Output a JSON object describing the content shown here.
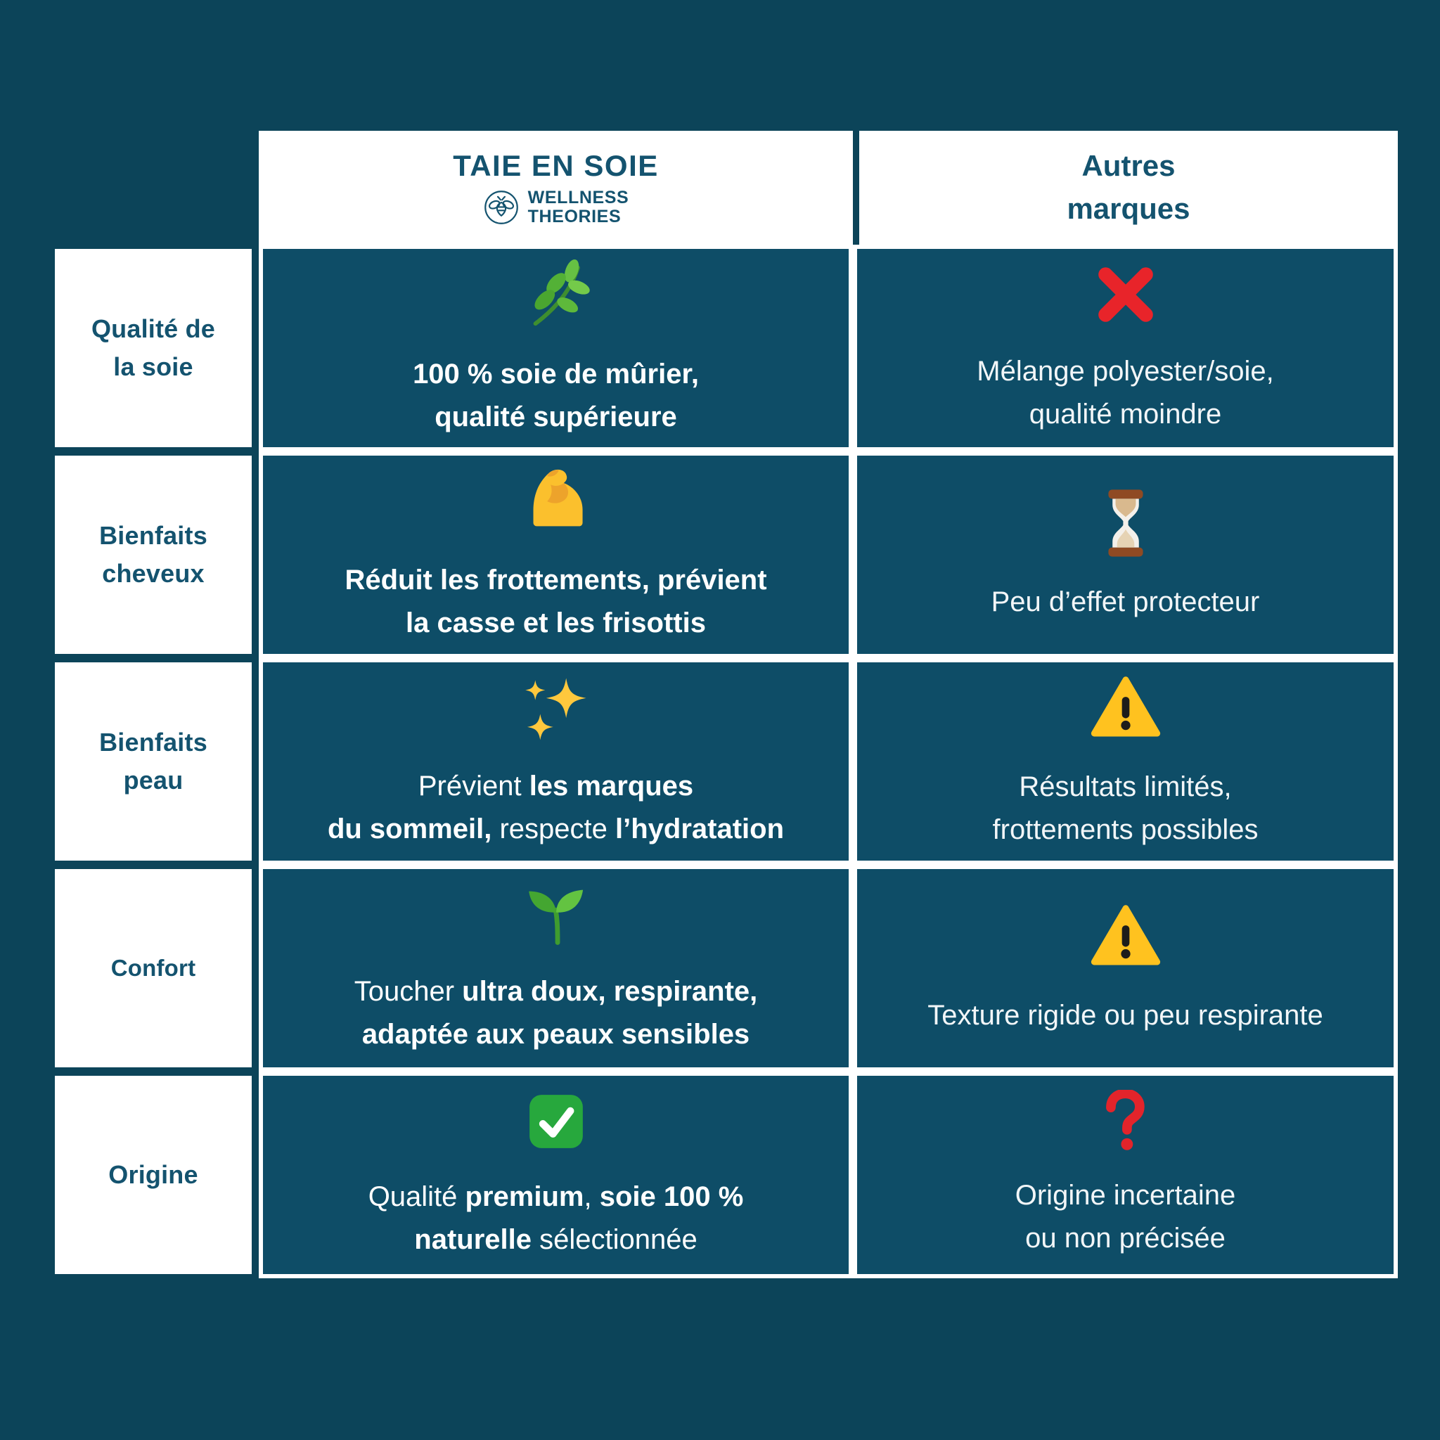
{
  "table": {
    "header": {
      "col1_title": "TAIE EN SOIE",
      "brand_line1": "WELLNESS",
      "brand_line2": "THEORIES",
      "brand_logo": "bee-in-circle-logo",
      "col2_title": "Autres\nmarques"
    },
    "rows": [
      {
        "label": "Qualité de\nla soie",
        "left": {
          "icon": "herb",
          "segments": [
            {
              "text": "100 % soie de mûrier,\nqualité supérieure",
              "bold": true
            }
          ]
        },
        "right": {
          "icon": "cross-mark",
          "text": "Mélange polyester/soie,\nqualité moindre"
        }
      },
      {
        "label": "Bienfaits\ncheveux",
        "left": {
          "icon": "flexed-biceps",
          "segments": [
            {
              "text": "Réduit les frottements, prévient\nla casse et les frisottis",
              "bold": true
            }
          ]
        },
        "right": {
          "icon": "hourglass",
          "text": "Peu d’effet protecteur"
        }
      },
      {
        "label": "Bienfaits\npeau",
        "left": {
          "icon": "sparkles",
          "segments": [
            {
              "text": "Prévient ",
              "bold": false
            },
            {
              "text": "les marques\ndu sommeil,",
              "bold": true
            },
            {
              "text": " respecte ",
              "bold": false
            },
            {
              "text": "l’hydratation",
              "bold": true
            }
          ]
        },
        "right": {
          "icon": "warning",
          "text": "Résultats limités,\nfrottements possibles"
        }
      },
      {
        "label": "Confort",
        "left": {
          "icon": "seedling",
          "segments": [
            {
              "text": "Toucher ",
              "bold": false
            },
            {
              "text": "ultra doux, respirante,\nadaptée aux peaux sensibles",
              "bold": true
            }
          ]
        },
        "right": {
          "icon": "warning",
          "text": "Texture rigide ou peu respirante"
        }
      },
      {
        "label": "Origine",
        "left": {
          "icon": "check-mark-button",
          "segments": [
            {
              "text": "Qualité ",
              "bold": false
            },
            {
              "text": "premium",
              "bold": true
            },
            {
              "text": ", ",
              "bold": false
            },
            {
              "text": "soie 100 %\nnaturelle",
              "bold": true
            },
            {
              "text": " sélectionnée",
              "bold": false
            }
          ]
        },
        "right": {
          "icon": "red-question-mark",
          "text": "Origine incertaine\nou non précisée"
        }
      }
    ]
  },
  "colors": {
    "page_background": "#0C4459",
    "cell_background": "#0E4D67",
    "cell_border": "#FFFFFF",
    "teal_text": "#14536F",
    "white_text": "#FFFFFF",
    "cross_red": "#E8242A",
    "check_green": "#27A83D",
    "warning_gold": "#FFC21F"
  }
}
